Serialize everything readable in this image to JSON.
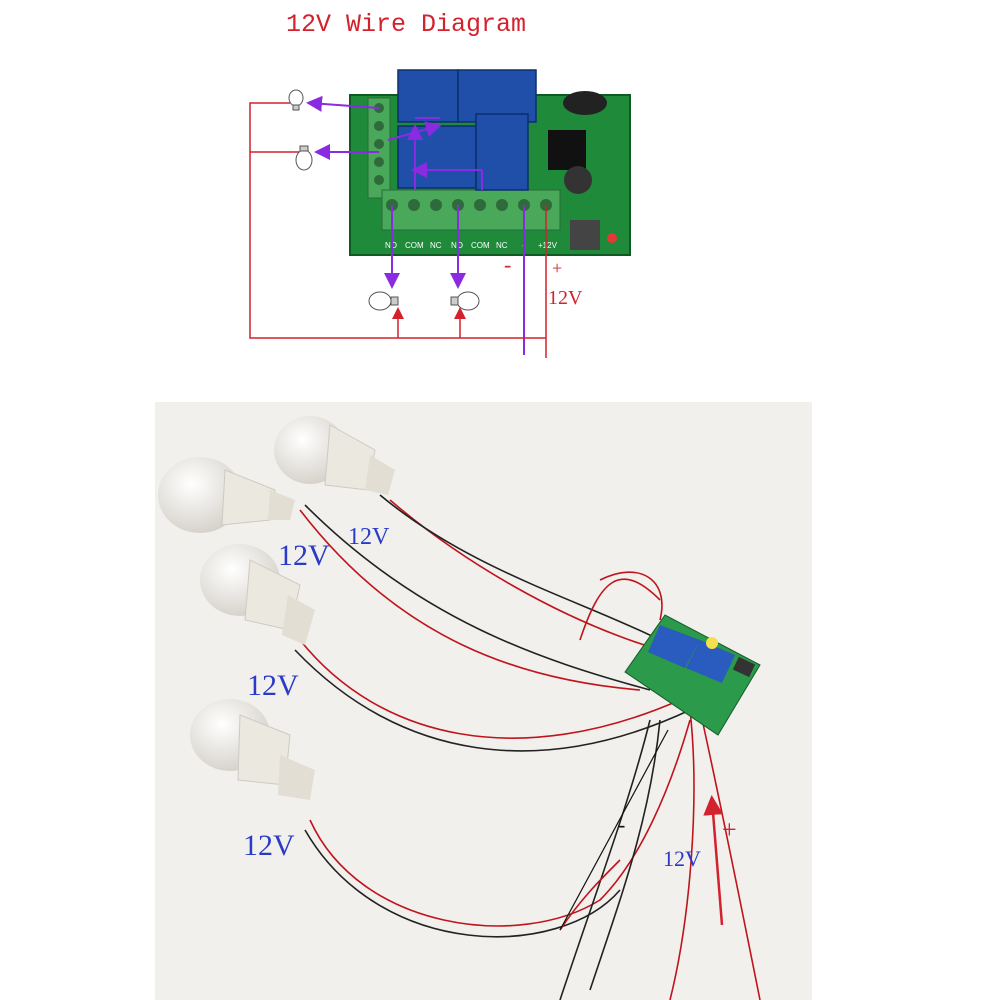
{
  "diagram": {
    "title": "12V Wire Diagram",
    "terminal_labels": [
      "NO",
      "COM",
      "NC",
      "NO",
      "COM",
      "NC",
      "-",
      "+12V"
    ],
    "polarity": {
      "minus": "-",
      "plus": "+"
    },
    "supply_label": "12V",
    "colors": {
      "power": "#d3212d",
      "relay_out": "#8a2be2",
      "board": "#1f8a3a",
      "relay": "#1f4fa8"
    }
  },
  "photo": {
    "bulb_labels": [
      "12V",
      "12V",
      "12V",
      "12V"
    ],
    "supply_label": "12V",
    "polarity": {
      "minus": "-",
      "plus": "+"
    }
  }
}
